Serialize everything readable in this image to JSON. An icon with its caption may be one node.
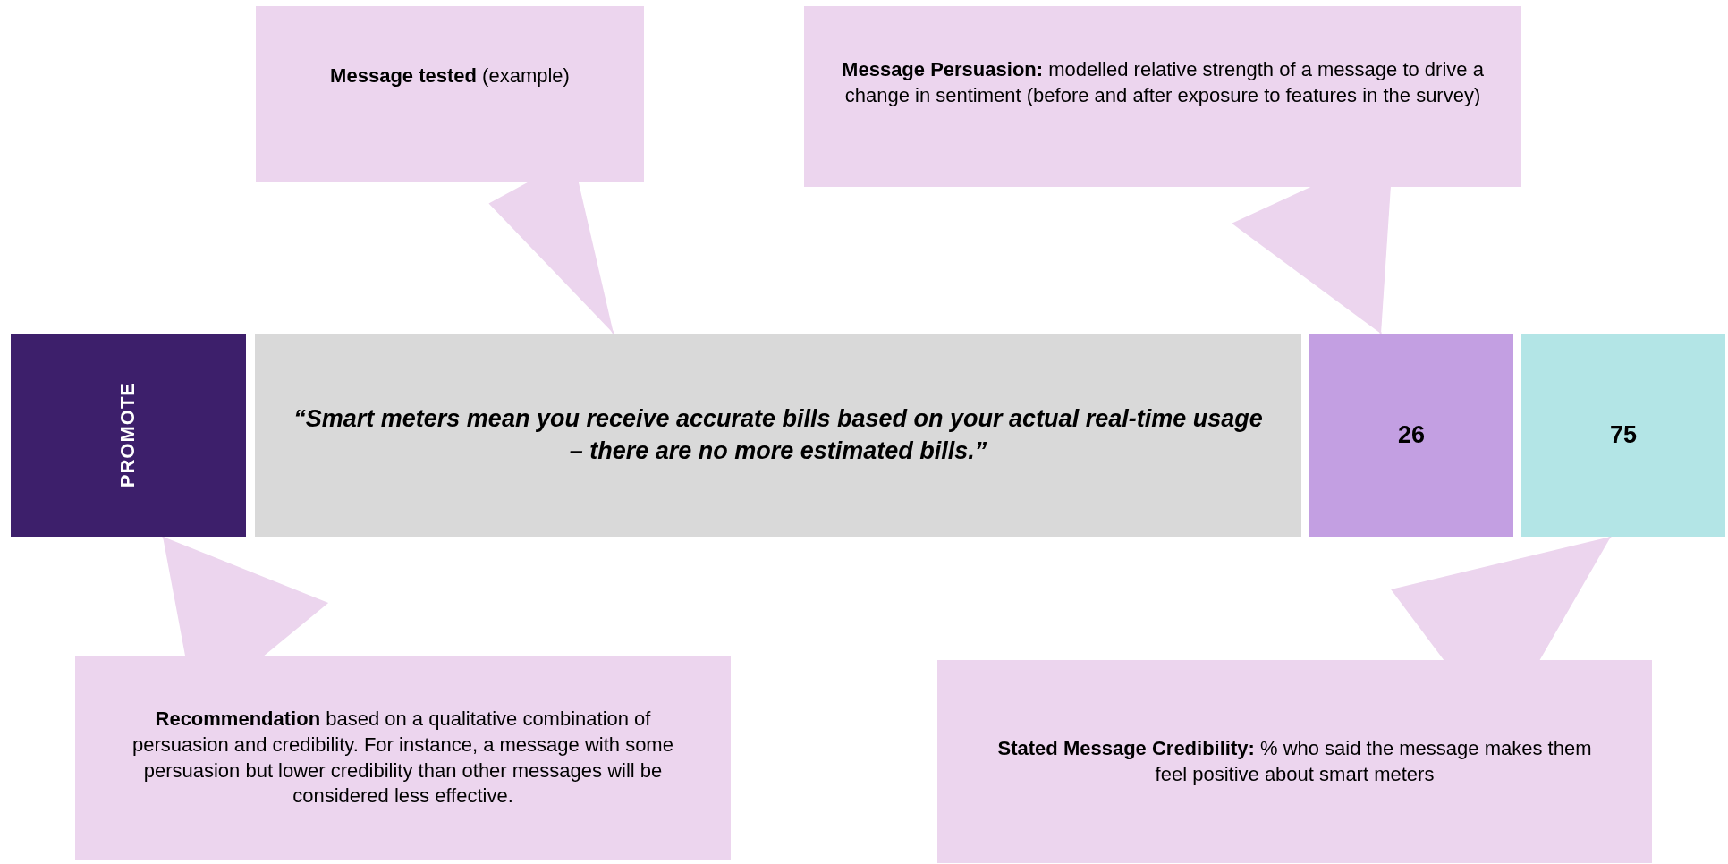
{
  "diagram": {
    "nodes": [
      {
        "text": [
          "**Message tested** (example)"
        ]
      },
      {
        "text": [
          "**Message Persuasion:** modelled relative strength of a message to drive a change in sentiment (before and after exposure to features in the survey)"
        ]
      },
      {
        "text": [
          "PROMOTE"
        ]
      },
      {
        "text": [
          "“Smart meters mean you receive accurate bills based on your actual real-time usage – there are no more estimated bills.”"
        ]
      },
      {
        "text": [
          "26"
        ]
      },
      {
        "text": [
          "75"
        ]
      },
      {
        "text": [
          "**Recommendation** based on a qualitative combination of persuasion and credibility. For instance, a message with some persuasion but lower credibility than other messages will be considered less effective."
        ]
      },
      {
        "text": [
          "**Stated Message Credibility:** % who said the message makes them feel positive about smart meters"
        ]
      }
    ],
    "edges": [
      {
        "from": 0,
        "to": 3,
        "arrow": "to"
      },
      {
        "from": 1,
        "to": 4,
        "arrow": "to"
      },
      {
        "from": 6,
        "to": 2,
        "arrow": "to"
      },
      {
        "from": 7,
        "to": 5,
        "arrow": "to"
      }
    ]
  }
}
